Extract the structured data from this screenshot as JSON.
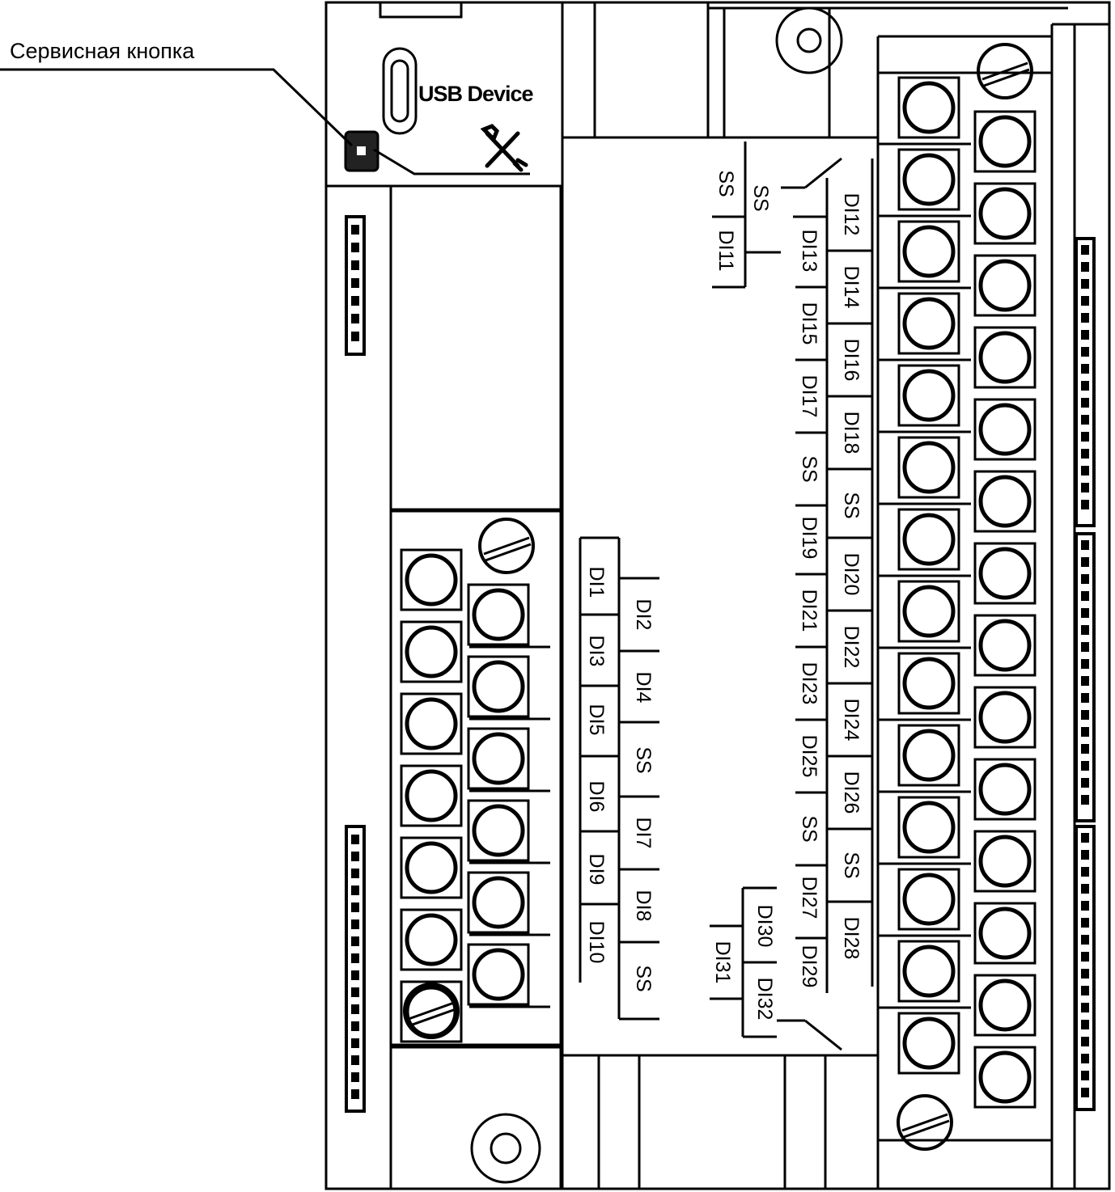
{
  "callout": {
    "service_button": "Сервисная кнопка"
  },
  "usb_label": "USB Device",
  "icons": {
    "service": "wrench-screwdriver-icon",
    "usb_port": "micro-usb-port-icon"
  },
  "left_terminals": {
    "outer": [
      "DI1",
      "DI3",
      "DI5",
      "DI6",
      "DI9",
      "DI10"
    ],
    "inner": [
      "DI2",
      "DI4",
      "SS",
      "DI7",
      "DI8",
      "SS"
    ]
  },
  "right_terminals": {
    "top_a": [
      "SS",
      "DI11"
    ],
    "top_b": [
      "SS"
    ],
    "col1": [
      "DI13",
      "DI15",
      "DI17",
      "SS",
      "DI19",
      "DI21",
      "DI23",
      "DI25",
      "SS",
      "DI27",
      "DI29"
    ],
    "col2": [
      "DI12",
      "DI14",
      "DI16",
      "DI18",
      "SS",
      "DI20",
      "DI22",
      "DI24",
      "DI26",
      "SS",
      "DI28"
    ],
    "bottom_a": [
      "DI31"
    ],
    "bottom_b": [
      "DI30",
      "DI32"
    ]
  }
}
